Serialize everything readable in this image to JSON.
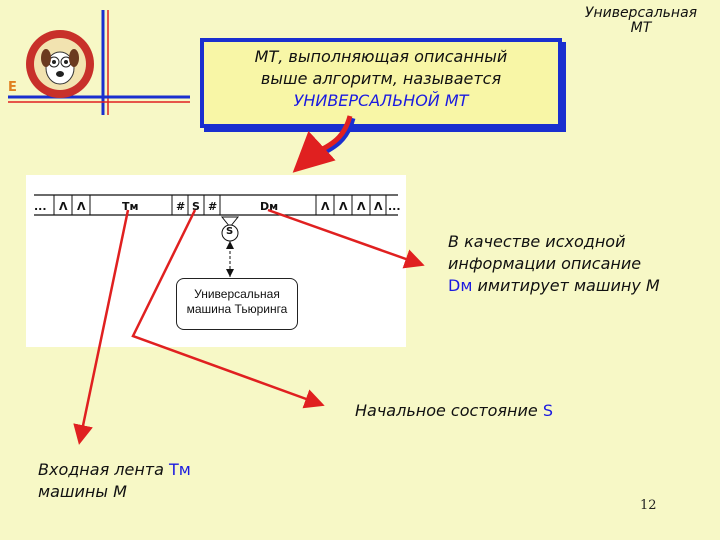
{
  "logo": {
    "letter": "E"
  },
  "callout": {
    "line1": "МТ, выполняющая описанный",
    "line2": "выше алгоритм, называется",
    "line3": "УНИВЕРСАЛЬНОЙ  МТ"
  },
  "title": {
    "line1": "Универсальная",
    "line2": "МТ"
  },
  "tape": {
    "dots_left": "...",
    "cell_lambda": "Λ",
    "tm_label": "Tм",
    "hash": "#",
    "s_label": "S",
    "dm_label": "Dм",
    "dots_right": "...",
    "head_label": "S",
    "utm_line1": "Универсальная",
    "utm_line2": "машина Тьюринга"
  },
  "notes": {
    "description": {
      "line1": "В качестве исходной",
      "line2": "информации описание",
      "dm": "Dм",
      "line3_rest": " имитирует машину M"
    },
    "initial_state": {
      "text": "Начальное состояние ",
      "s": "S"
    },
    "input_tape": {
      "line1": "Входная лента ",
      "tm": "Tм",
      "line2": "машины M"
    }
  },
  "page_number": "12",
  "colors": {
    "background": "#f7f8c6",
    "blue_line": "#1a2fcf",
    "arrow_red": "#e02020",
    "frame_blue": "#1a2fcf"
  }
}
